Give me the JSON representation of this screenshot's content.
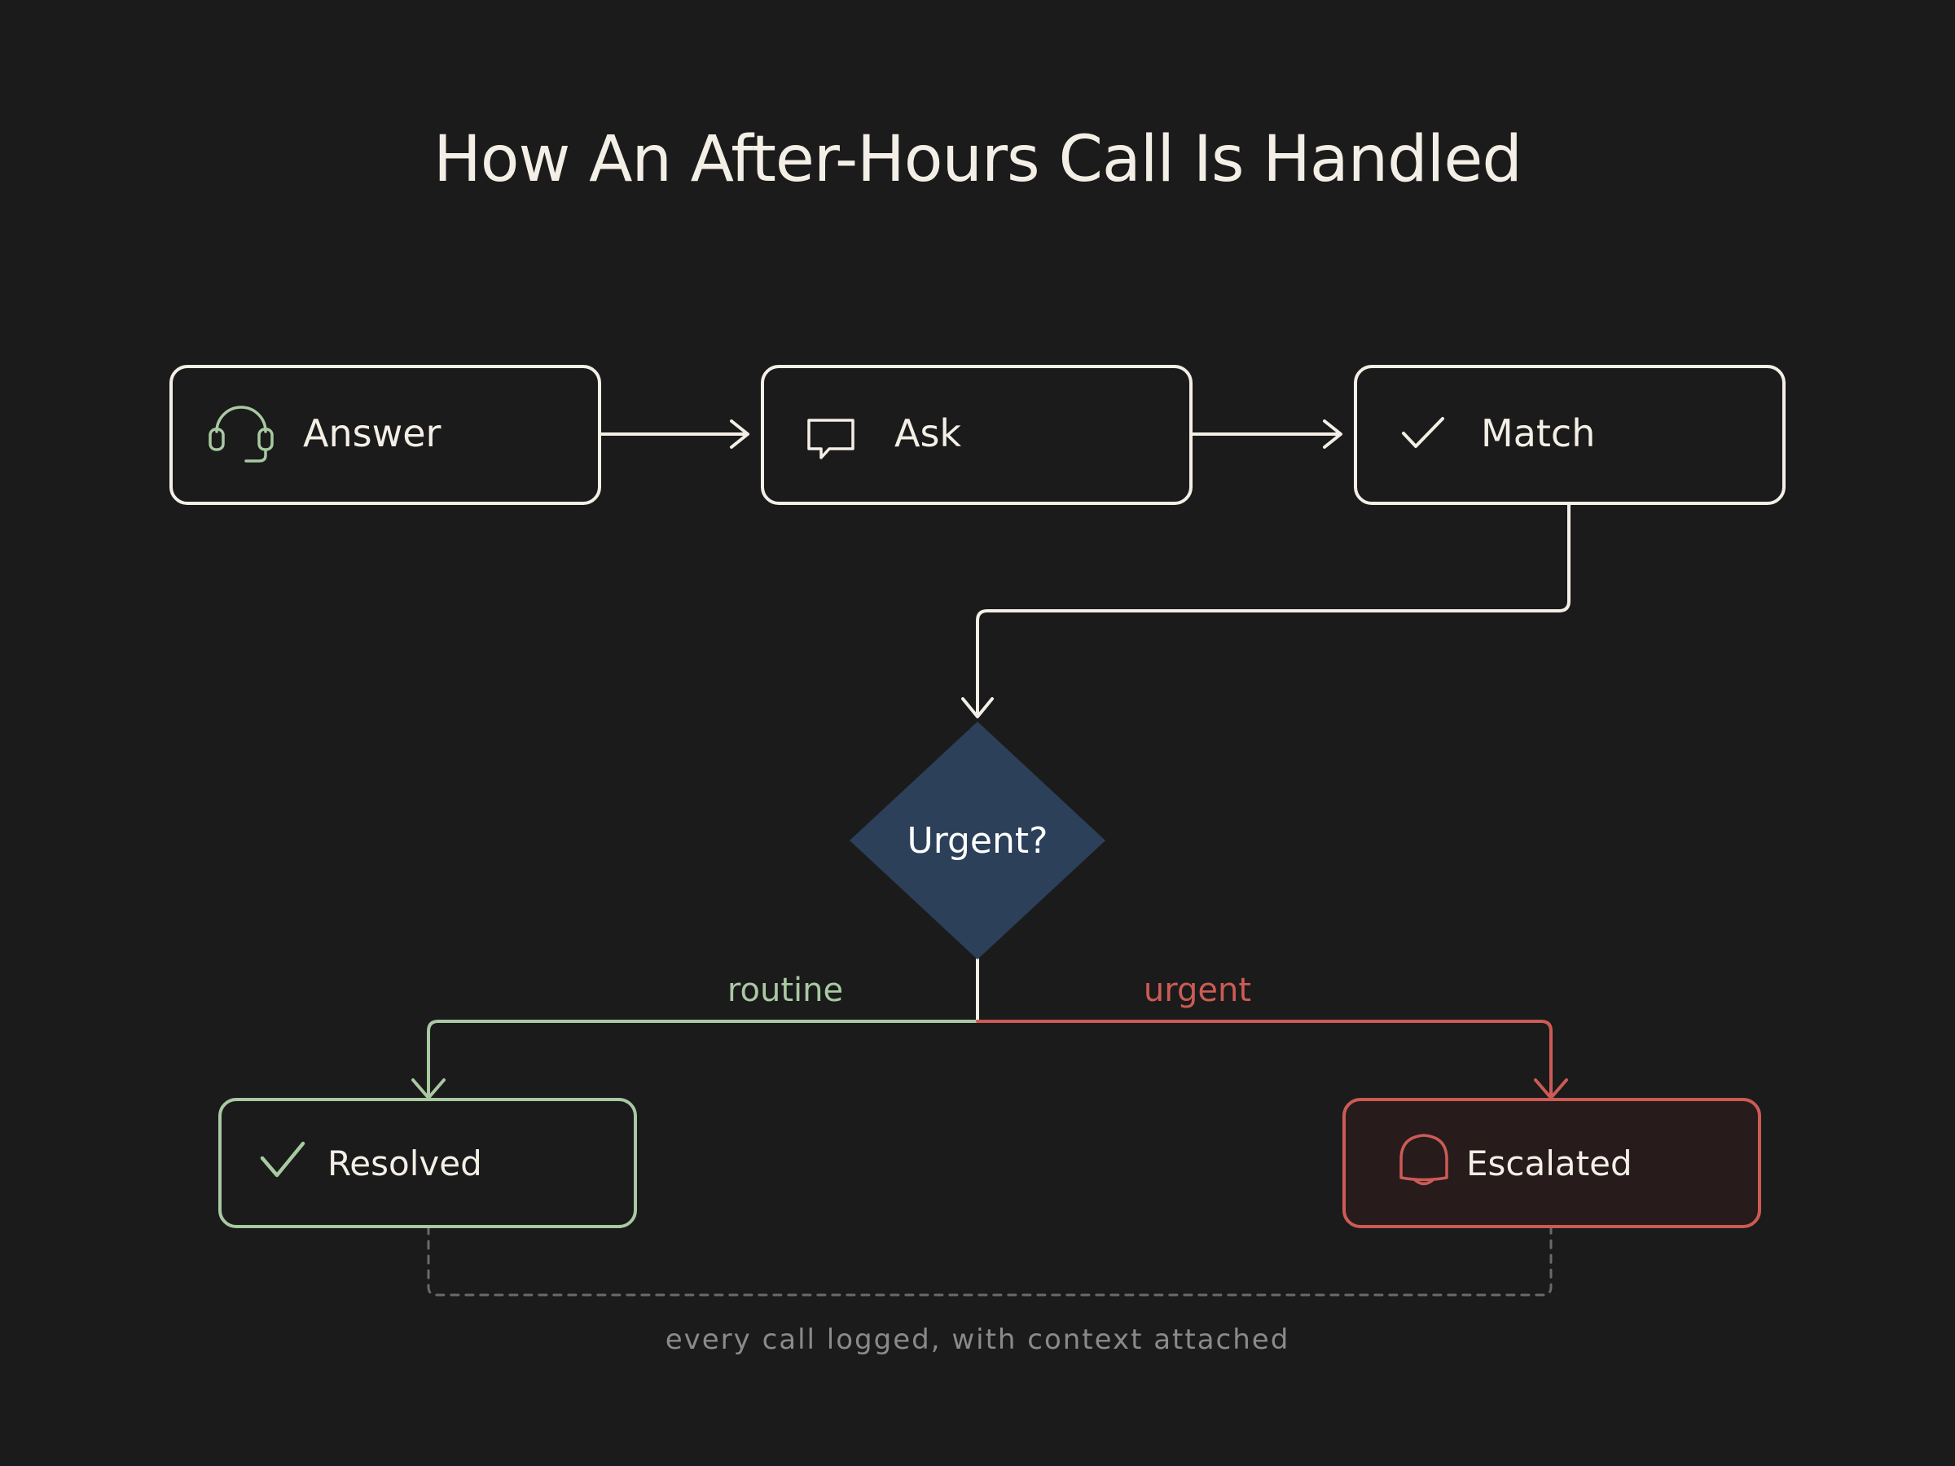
{
  "title": "How An After-Hours Call Is Handled",
  "nodes": {
    "answer": {
      "label": "Answer",
      "icon": "headset-icon"
    },
    "ask": {
      "label": "Ask",
      "icon": "chat-bubble-icon"
    },
    "match": {
      "label": "Match",
      "icon": "checkmark-icon"
    },
    "decision": {
      "label": "Urgent?"
    },
    "resolved": {
      "label": "Resolved",
      "icon": "checkmark-icon"
    },
    "escalated": {
      "label": "Escalated",
      "icon": "bell-icon"
    }
  },
  "branches": {
    "routine": "routine",
    "urgent": "urgent"
  },
  "footnote": "every call logged, with context attached",
  "colors": {
    "background": "#1b1b1b",
    "neutral": "#f4efe6",
    "routine": "#a8c9a2",
    "urgent": "#cc5b55",
    "decision_fill": "#2c405a",
    "escalated_fill": "#271b1c",
    "logged_line": "#6a6a6a"
  }
}
